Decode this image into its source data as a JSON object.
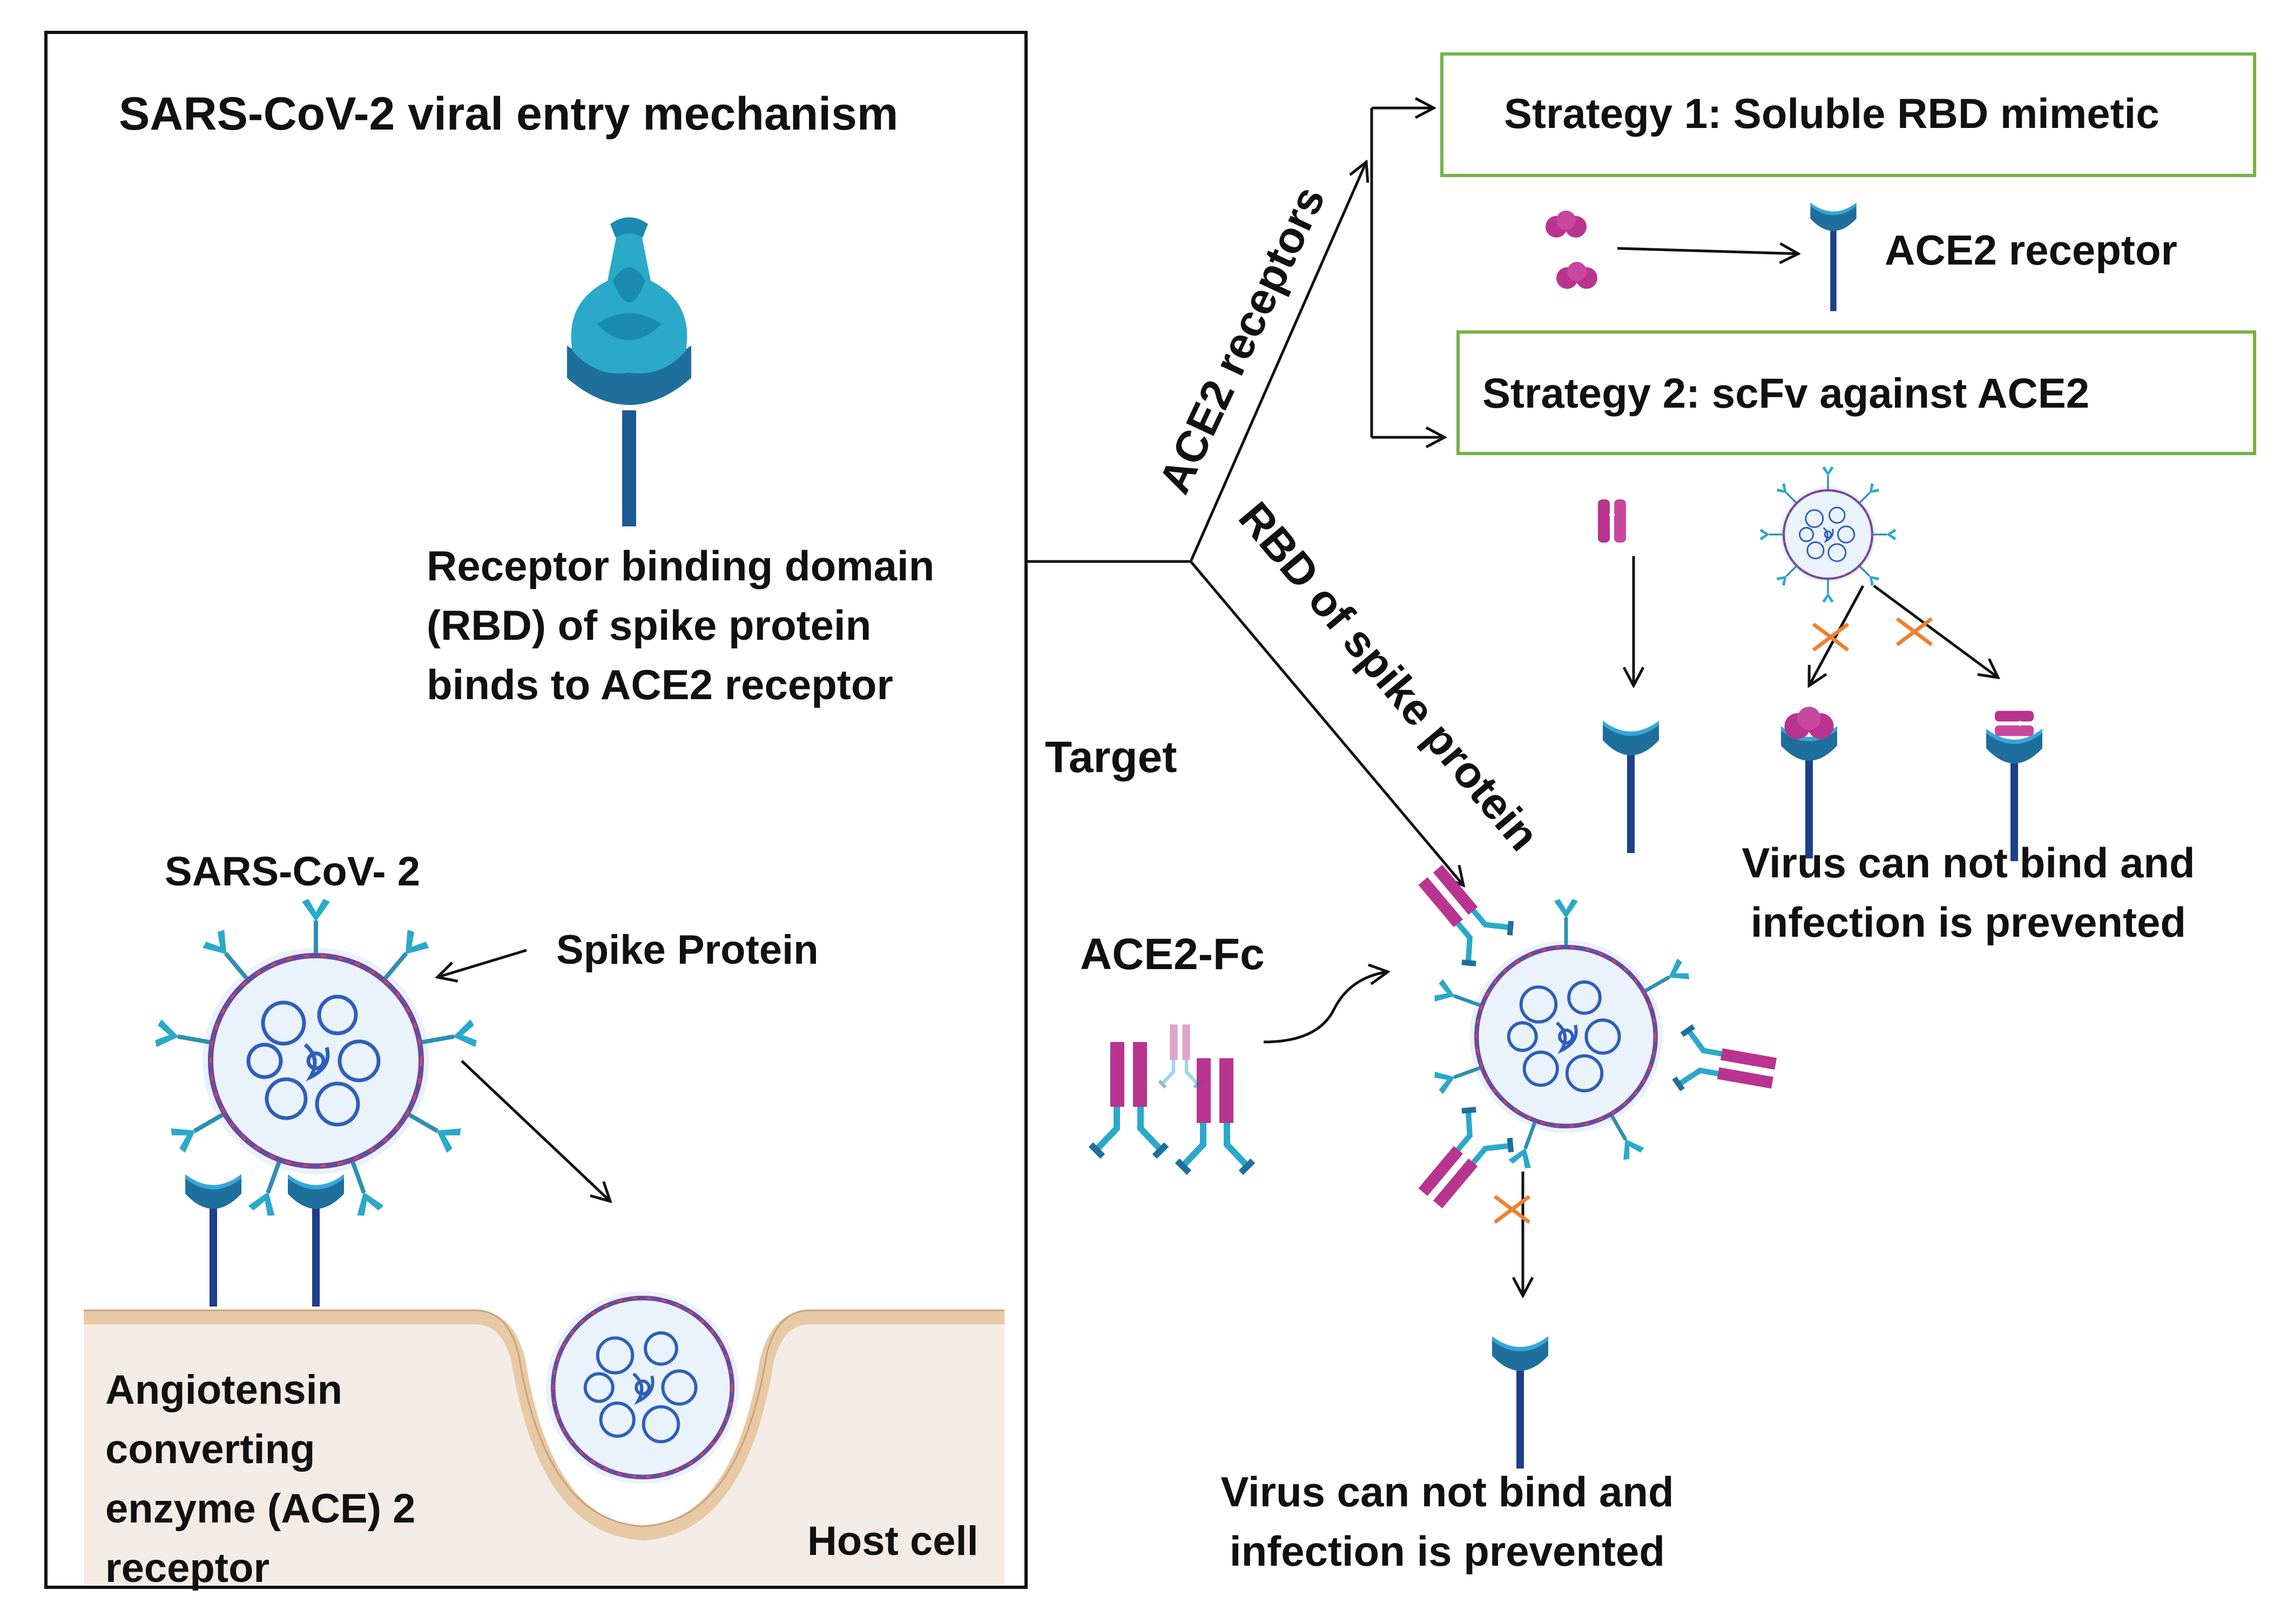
{
  "left_panel": {
    "title": "SARS-CoV-2 viral entry mechanism",
    "rbd_caption": [
      "Receptor binding domain",
      "(RBD) of spike protein",
      "binds to ACE2 receptor"
    ],
    "virus_label": "SARS-CoV- 2",
    "spike_label": "Spike Protein",
    "ace2_caption": [
      "Angiotensin",
      "converting",
      "enzyme (ACE) 2",
      "receptor"
    ],
    "host_label": "Host cell"
  },
  "center": {
    "target_label": "Target",
    "branch_upper": "ACE2 receptors",
    "branch_lower": "RBD of spike protein"
  },
  "strategies": {
    "strategy1": "Strategy 1: Soluble RBD mimetic",
    "ace2_receptor_label": "ACE2 receptor",
    "strategy2": "Strategy 2: scFv against ACE2",
    "outcome_upper": [
      "Virus can not bind and",
      "infection is prevented"
    ]
  },
  "ace2fc": {
    "label": "ACE2-Fc",
    "outcome": [
      "Virus can not bind and",
      "infection is prevented"
    ]
  },
  "colors": {
    "receptor_blue": "#1f6f9c",
    "receptor_stalk": "#1d3f8c",
    "rbd_teal": "#2aa9c9",
    "mimetic_magenta": "#b8348f",
    "box_green": "#77b347",
    "block_orange": "#f07f2e",
    "membrane_tan": "#e8c9a5",
    "virus_blue": "#2f5fb8"
  },
  "icons": [
    "receptor-icon",
    "rbd-spike-icon",
    "virus-icon",
    "antibody-icon",
    "block-cross-icon",
    "arrow-icon"
  ]
}
